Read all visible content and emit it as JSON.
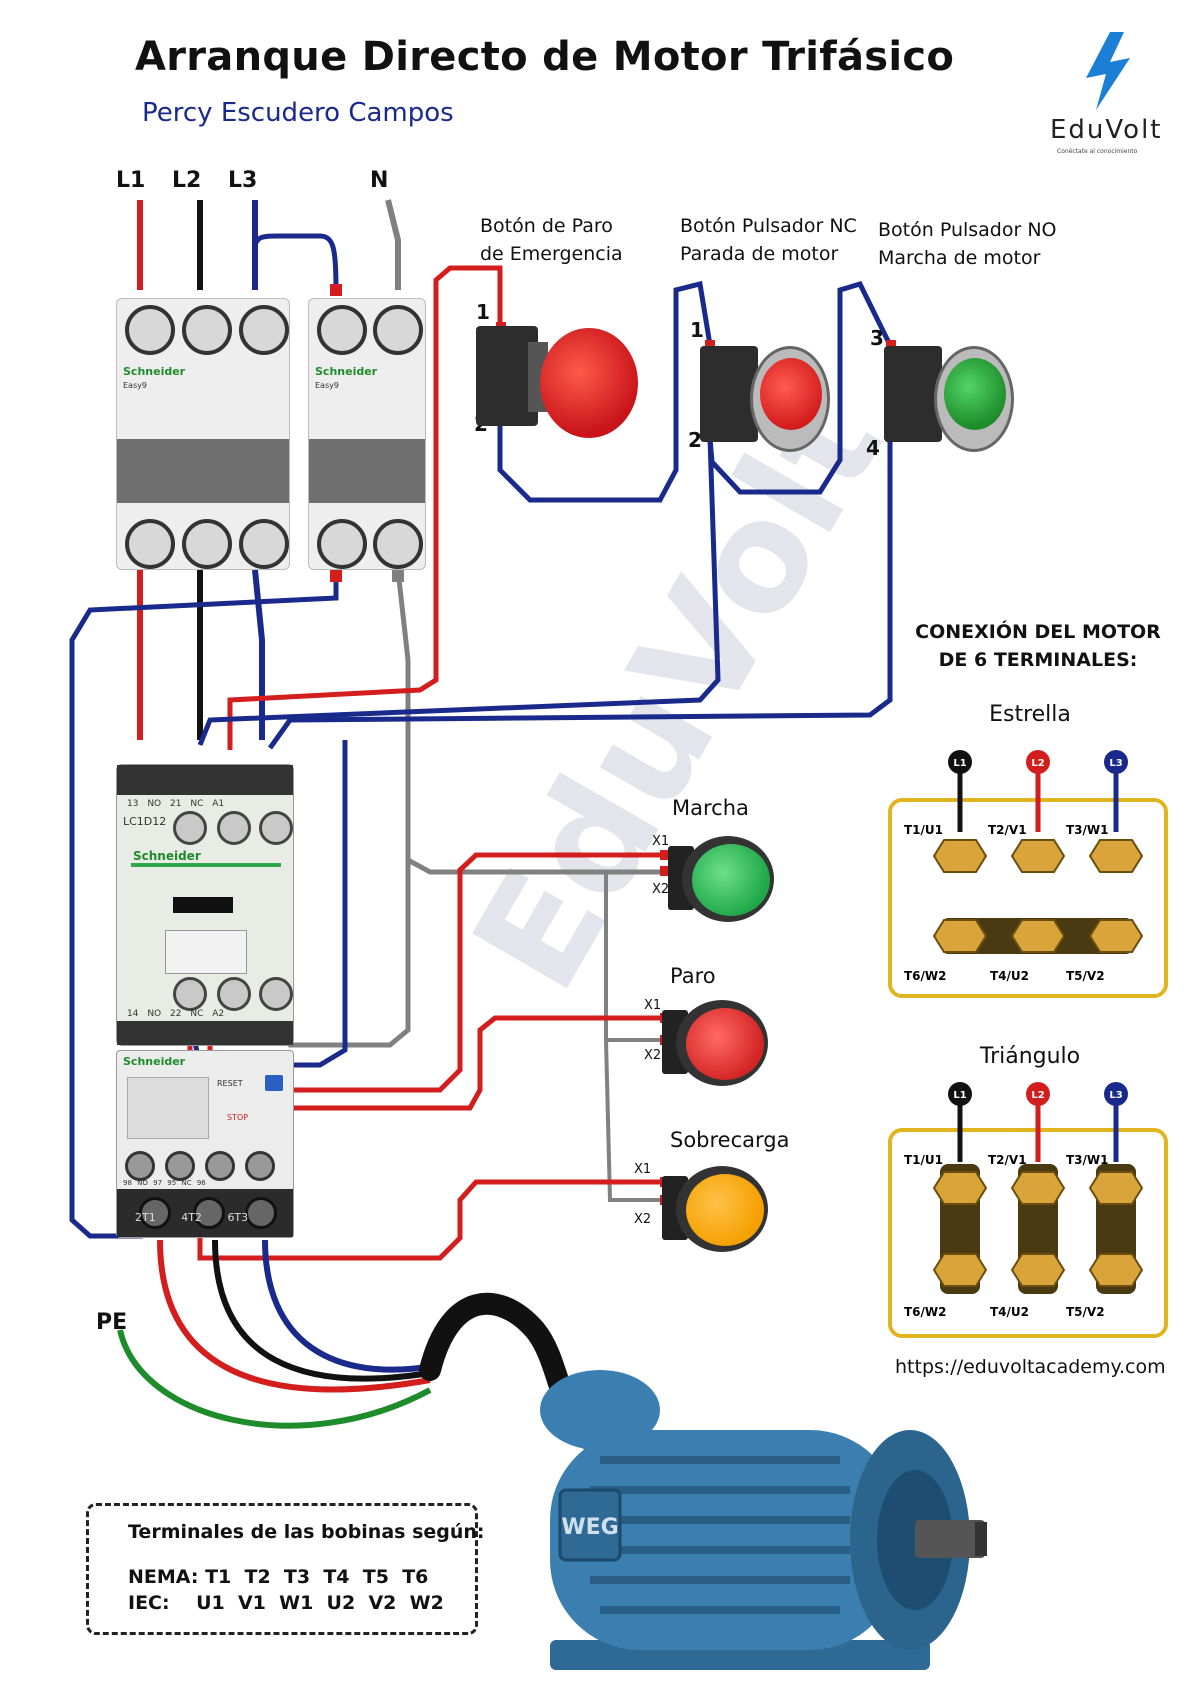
{
  "header": {
    "title": "Arranque Directo de Motor Trifásico",
    "author": "Percy Escudero Campos",
    "brand": "EduVolt",
    "brand_tagline": "Conéctate al conocimiento"
  },
  "supply": {
    "lines": [
      "L1",
      "L2",
      "L3",
      "N"
    ]
  },
  "breaker_brand": "Schneider",
  "breaker_series": "Easy9",
  "contactor": {
    "model": "LC1D12",
    "brand": "Schneider",
    "top_contacts": [
      "13",
      "NO",
      "21",
      "NC",
      "A1"
    ],
    "bottom_contacts": [
      "14",
      "NO",
      "22",
      "NC",
      "A2"
    ]
  },
  "overload": {
    "reset": "RESET",
    "stop": "STOP",
    "aux": [
      "98",
      "NO",
      "97",
      "95",
      "NC",
      "96"
    ],
    "outputs": [
      "2T1",
      "4T2",
      "6T3"
    ]
  },
  "buttons": {
    "emergency": {
      "line1": "Botón de Paro",
      "line2": "de Emergencia",
      "t1": "1",
      "t2": "2"
    },
    "stop_nc": {
      "line1": "Botón Pulsador NC",
      "line2": "Parada de motor",
      "t1": "1",
      "t2": "2"
    },
    "start_no": {
      "line1": "Botón Pulsador NO",
      "line2": "Marcha de motor",
      "t1": "3",
      "t2": "4"
    }
  },
  "pilots": [
    {
      "label": "Marcha",
      "x1": "X1",
      "x2": "X2",
      "color": "#1fa84a"
    },
    {
      "label": "Paro",
      "x1": "X1",
      "x2": "X2",
      "color": "#d42525"
    },
    {
      "label": "Sobrecarga",
      "x1": "X1",
      "x2": "X2",
      "color": "#f5a000"
    }
  ],
  "motor_connection": {
    "title_line1": "CONEXIÓN DEL MOTOR",
    "title_line2": "DE 6 TERMINALES:",
    "star": {
      "title": "Estrella",
      "inputs": [
        "L1",
        "L2",
        "L3"
      ],
      "top": [
        "T1/U1",
        "T2/V1",
        "T3/W1"
      ],
      "bottom": [
        "T6/W2",
        "T4/U2",
        "T5/V2"
      ]
    },
    "delta": {
      "title": "Triángulo",
      "inputs": [
        "L1",
        "L2",
        "L3"
      ],
      "top": [
        "T1/U1",
        "T2/V1",
        "T3/W1"
      ],
      "bottom": [
        "T6/W2",
        "T4/U2",
        "T5/V2"
      ]
    }
  },
  "pe_label": "PE",
  "motor_brand": "WEG",
  "url": "https://eduvoltacademy.com",
  "legend": {
    "title": "Terminales de las bobinas según:",
    "nema_label": "NEMA:",
    "nema": [
      "T1",
      "T2",
      "T3",
      "T4",
      "T5",
      "T6"
    ],
    "iec_label": "IEC:",
    "iec": [
      "U1",
      "V1",
      "W1",
      "U2",
      "V2",
      "W2"
    ]
  },
  "colors": {
    "L1": "#d41e1e",
    "L2": "#111111",
    "L3": "#1a2a8c",
    "N": "#808080",
    "PE": "#1e8c2a",
    "motor": "#3a7fb0",
    "frame": "#e0b520"
  }
}
